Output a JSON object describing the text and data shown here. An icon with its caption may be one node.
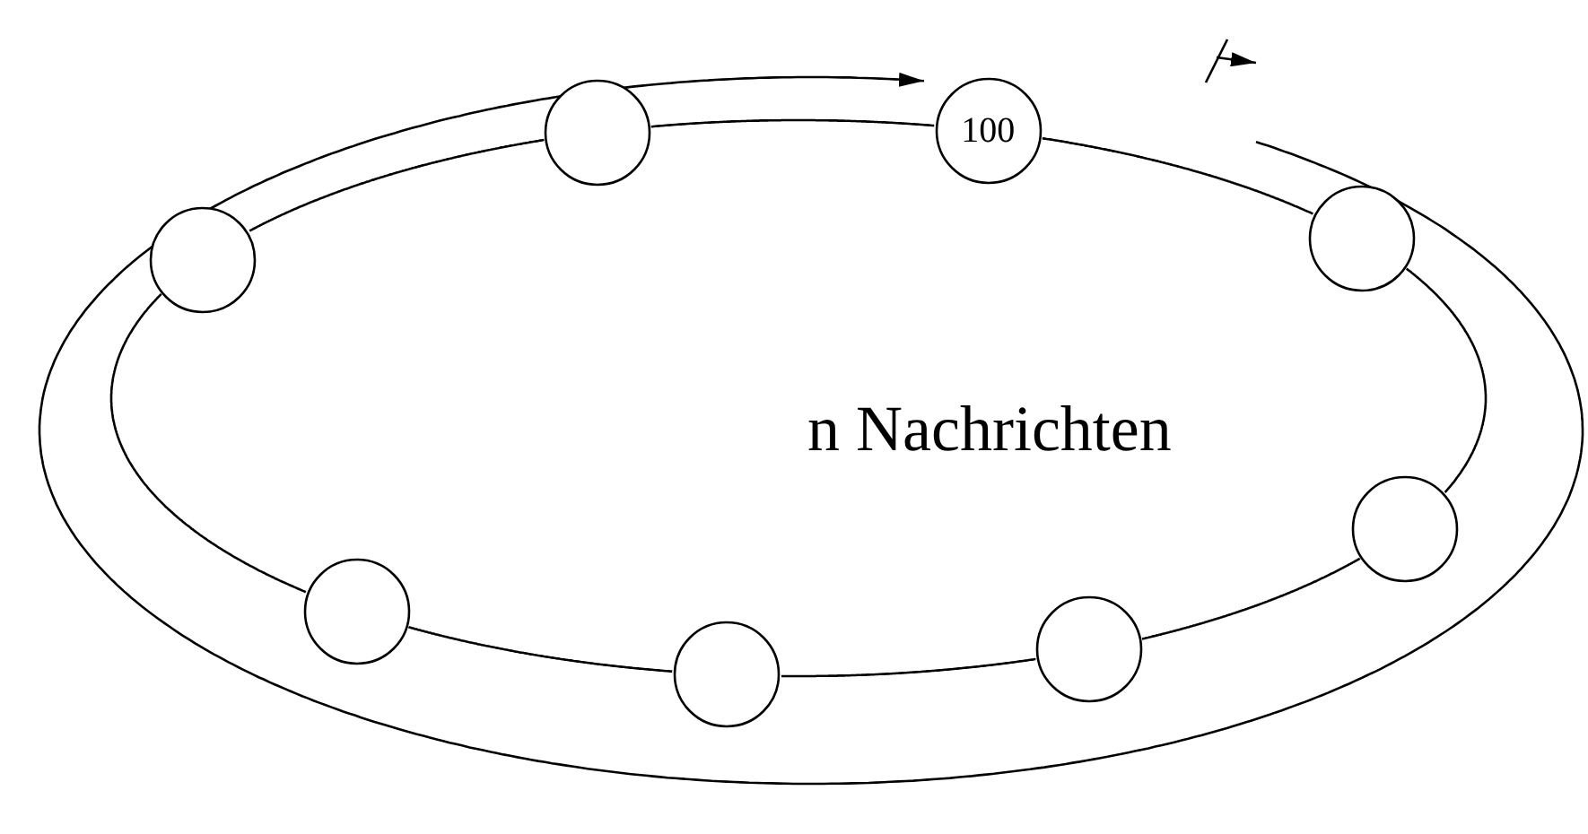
{
  "diagram": {
    "nodes": [
      {
        "text": [
          "100"
        ]
      },
      {
        "text": [],
        "shape": "circle"
      },
      {
        "text": [],
        "shape": "circle"
      },
      {
        "text": [],
        "shape": "circle"
      },
      {
        "text": [],
        "shape": "circle"
      },
      {
        "text": [],
        "shape": "circle"
      },
      {
        "text": [],
        "shape": "circle"
      },
      {
        "text": [],
        "shape": "circle"
      }
    ],
    "edges": [
      {
        "from": 0,
        "to": 1,
        "arrow": "none"
      },
      {
        "from": 1,
        "to": 2,
        "arrow": "none"
      },
      {
        "from": 2,
        "to": 5,
        "arrow": "none"
      },
      {
        "from": 5,
        "to": 7,
        "arrow": "none"
      },
      {
        "from": 7,
        "to": 6,
        "arrow": "none"
      },
      {
        "from": 6,
        "to": 4,
        "arrow": "none"
      },
      {
        "from": 4,
        "to": 3,
        "arrow": "none"
      },
      {
        "from": 3,
        "to": 0,
        "arrow": "none"
      }
    ],
    "labels": [
      "n Nachrichten"
    ]
  }
}
